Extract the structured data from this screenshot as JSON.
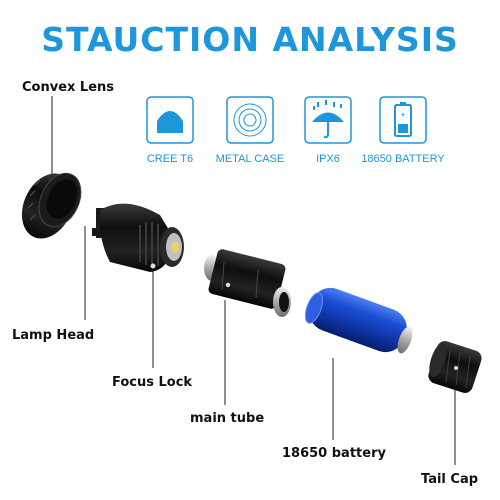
{
  "title": "STAUCTION  ANALYSIS",
  "features": [
    {
      "icon": "led-chip-icon",
      "label": "CREE T6"
    },
    {
      "icon": "metal-rings-icon",
      "label": "METAL CASE"
    },
    {
      "icon": "umbrella-rain-icon",
      "label": "IPX6"
    },
    {
      "icon": "battery-icon",
      "label": "18650 BATTERY"
    }
  ],
  "callouts": {
    "convex_lens": "Convex Lens",
    "lamp_head": "Lamp Head",
    "focus_lock": "Focus Lock",
    "main_tube": "main tube",
    "battery": "18650 battery",
    "tail_cap": "Tail Cap"
  },
  "colors": {
    "accent": "#1e96dc",
    "battery_blue": "#1a4fd6",
    "metal_black": "#141414"
  }
}
